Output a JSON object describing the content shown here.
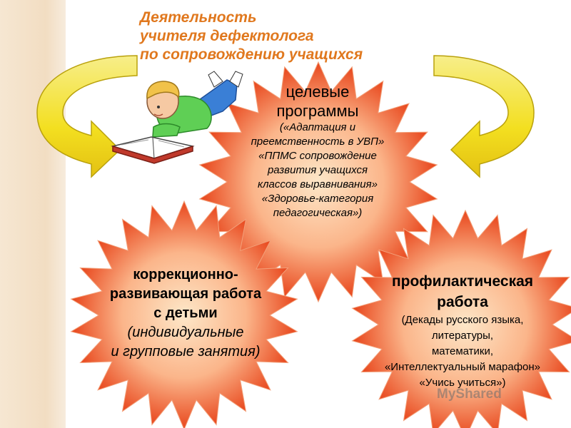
{
  "title": {
    "lines": [
      "Деятельность",
      "учителя дефектолога",
      "по сопровождению учащихся"
    ]
  },
  "target_programs": {
    "heading_line1": "целевые",
    "heading_line2": "программы",
    "lines": [
      "(«Адаптация и",
      "преемственность в УВП»",
      "«ППМС сопровождение",
      "развития учащихся",
      "классов выравнивания»",
      "«Здоровье-категория",
      "педагогическая»)"
    ]
  },
  "correction_work": {
    "heading_lines": [
      "коррекционно-",
      "развивающая работа",
      "с детьми"
    ],
    "sub_lines": [
      "(индивидуальные",
      "и групповые занятия)"
    ]
  },
  "prevention_work": {
    "heading_lines": [
      "профилактическая",
      "работа"
    ],
    "lines": [
      "(Декады русского языка,",
      "литературы,",
      "математики,",
      "«Интеллектуальный марафон»",
      "«Учись учиться»)"
    ]
  },
  "watermark": "MyShared",
  "colors": {
    "title": "#e0781e",
    "star_center": "#fde7c8",
    "star_edge": "#e8461c",
    "arrow": "#f3e024"
  },
  "icons": [
    "boy-reading-illustration",
    "curved-arrow-left",
    "curved-arrow-right"
  ]
}
